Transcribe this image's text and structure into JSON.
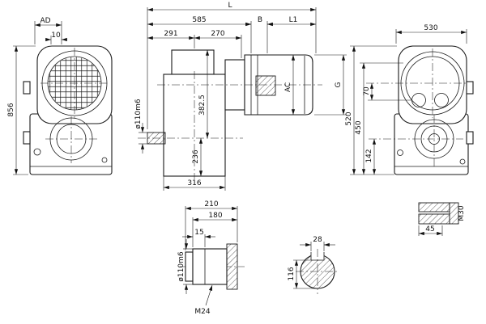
{
  "drawing": {
    "front": {
      "ad": "AD",
      "d10": "10",
      "d856": "856"
    },
    "side": {
      "l": "L",
      "d585": "585",
      "b": "B",
      "l1": "L1",
      "d291": "291",
      "d270": "270",
      "d382": "382.5",
      "d236": "236",
      "d316": "316",
      "dia": "ø110m6",
      "ac": "AC",
      "g": "G"
    },
    "rear": {
      "d530": "530",
      "d70": "70",
      "d520": "520",
      "d450": "450",
      "d142": "142"
    },
    "shaft": {
      "d210": "210",
      "d180": "180",
      "d15": "15",
      "dia": "ø110m6",
      "m24": "M24"
    },
    "key": {
      "m30": "M30",
      "d45": "45"
    },
    "section": {
      "d28": "28",
      "d116": "116"
    }
  }
}
